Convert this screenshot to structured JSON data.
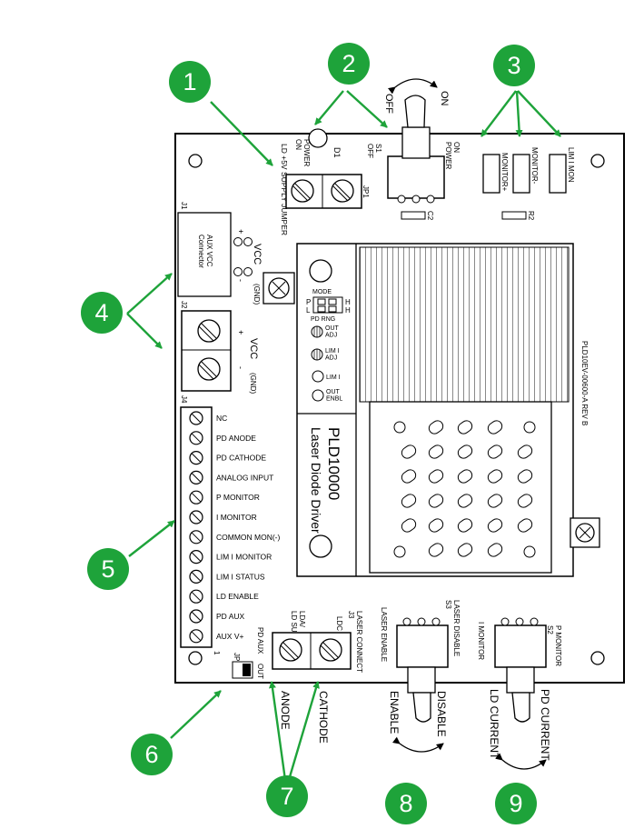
{
  "colors": {
    "callout_fill": "#1ea33a",
    "arrow": "#1ea33a",
    "board_line": "#000000",
    "heatsink_stripe": "#8a8a8a"
  },
  "callouts": [
    {
      "number": "1"
    },
    {
      "number": "2"
    },
    {
      "number": "3"
    },
    {
      "number": "4"
    },
    {
      "number": "5"
    },
    {
      "number": "6"
    },
    {
      "number": "7"
    },
    {
      "number": "8"
    },
    {
      "number": "9"
    }
  ],
  "top_area": {
    "s1_off_label": "OFF",
    "s1_on_label": "ON",
    "d1_label": "D1",
    "power_on_label": "POWER\nON",
    "ld_supply_jumper_label": "LD +5V SUPPLY JUMPER",
    "s1_label": "S1\nOFF",
    "jp1_label": "JP1",
    "on_power_label": "ON\nPOWER",
    "c2_label": "C2",
    "r2_label": "R2",
    "monitor_plus_label": "MONITOR+",
    "monitor_minus_label": "MONITOR-",
    "lim_i_mon_label": "LIM I MON"
  },
  "left_area": {
    "j1_label": "J1",
    "aux_vcc_label": "AUX VCC\nConnector",
    "vcc_top_label": "VCC",
    "plus_top": "+",
    "gnd_top_label": "(GND)",
    "minus_top": "-",
    "j2_label": "J2",
    "vcc_bottom_label": "VCC",
    "plus_bottom": "+",
    "minus_bottom": "-",
    "gnd_bottom_label": "(GND)",
    "j4_label": "J4",
    "pin_one_label": "1",
    "jp2_label": "JP2",
    "pd_aux_label": "PD AUX",
    "out_label": "OUT"
  },
  "j4_pins": [
    "NC",
    "PD ANODE",
    "PD CATHODE",
    "ANALOG INPUT",
    "P MONITOR",
    "I MONITOR",
    "COMMON MON(-)",
    "LIM I MONITOR",
    "LIM I STATUS",
    "LD ENABLE",
    "PD AUX",
    "AUX V+"
  ],
  "center_area": {
    "mode_label": "MODE",
    "mode_p": "P",
    "mode_l": "L",
    "mode_h1": "H",
    "mode_h2": "H",
    "pd_rng_label": "PD RNG",
    "out_adj_label": "OUT\nADJ",
    "lim_i_adj_label": "LIM I\nADJ",
    "lim_i_label": "LIM I",
    "out_enbl_label": "OUT\nENBL",
    "model_title": "PLD10000",
    "model_subtitle": "Laser Diode Driver",
    "rev_label": "PLD10EV-00600-A REV B"
  },
  "bottom_area": {
    "laser_connect_label": "LASER CONNECT\nJ3",
    "ldc_label": "LDC",
    "lda_supply_label": "LDA/\nLD SUPPLY",
    "anode_label": "ANODE",
    "cathode_label": "CATHODE",
    "laser_enable_label": "LASER ENABLE",
    "laser_disable_label": "LASER DISABLE\nS3",
    "enable_label": "ENABLE",
    "disable_label": "DISABLE",
    "i_monitor_label": "I MONITOR",
    "p_monitor_label": "P MONITOR\nS2",
    "ld_current_label": "LD CURRENT",
    "pd_current_label": "PD CURRENT"
  }
}
